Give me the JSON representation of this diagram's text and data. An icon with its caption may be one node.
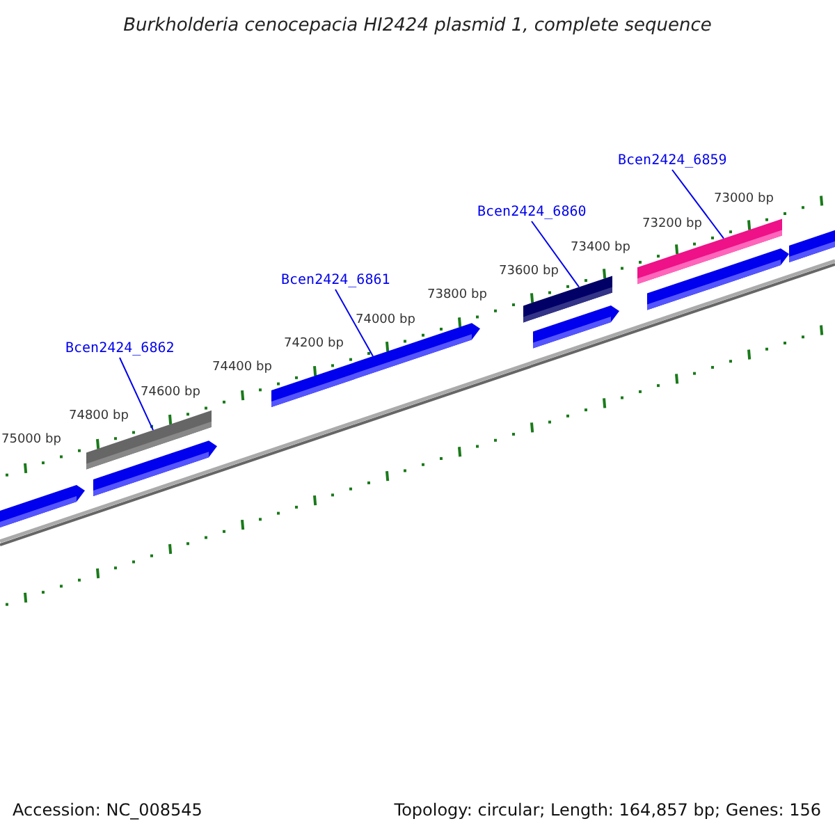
{
  "diagram": {
    "title": "Burkholderia cenocepacia HI2424 plasmid 1, complete sequence",
    "nodes": [
      {
        "text": [
          "Bcen2424_6862"
        ]
      },
      {
        "text": [
          "Bcen2424_6861"
        ]
      },
      {
        "text": [
          "Bcen2424_6860"
        ]
      },
      {
        "text": [
          "Bcen2424_6859"
        ]
      },
      {
        "text": [],
        "shape": "bar"
      },
      {
        "text": [],
        "shape": "bar"
      },
      {
        "text": [],
        "shape": "bar"
      },
      {
        "text": [],
        "shape": "bar"
      }
    ],
    "edges": [
      {
        "from": 0,
        "to": 4,
        "arrow": "none"
      },
      {
        "from": 1,
        "to": 5,
        "arrow": "none"
      },
      {
        "from": 2,
        "to": 6,
        "arrow": "none"
      },
      {
        "from": 3,
        "to": 7,
        "arrow": "none"
      }
    ],
    "labels": [
      "75000 bp",
      "74800 bp",
      "74600 bp",
      "74400 bp",
      "74200 bp",
      "74000 bp",
      "73800 bp",
      "73600 bp",
      "73400 bp",
      "73200 bp",
      "73000 bp",
      "Accession: NC_008545",
      "Topology: circular; Length: 164,857 bp; Genes: 156"
    ]
  }
}
